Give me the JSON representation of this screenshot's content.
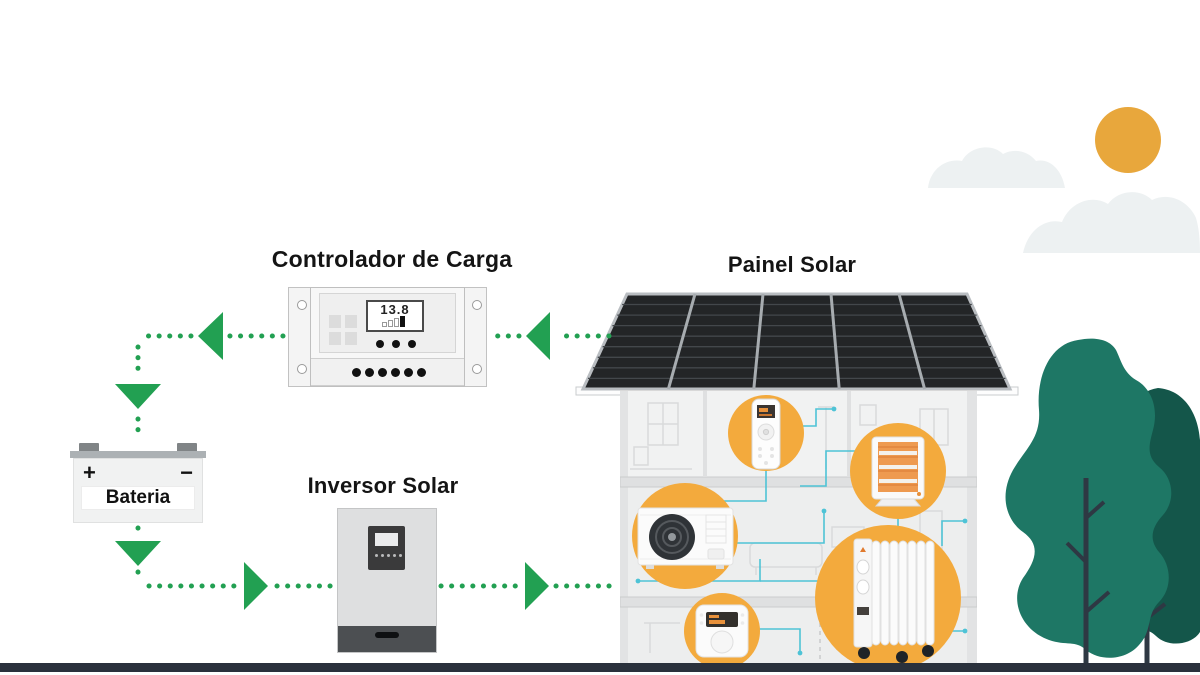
{
  "labels": {
    "controller": "Controlador de Carga",
    "panel": "Painel Solar",
    "inverter": "Inversor Solar"
  },
  "battery": {
    "name": "Bateria",
    "positive": "+",
    "negative": "−"
  },
  "charge_controller": {
    "display_value": "13.8"
  },
  "appliances": [
    "ac-remote-control",
    "halogen-heater",
    "ac-outdoor-unit",
    "thermostat",
    "oil-radiator"
  ],
  "scene_icons": [
    "sun-icon",
    "cloud-icon",
    "solar-roof",
    "tree-icon",
    "ground-line"
  ],
  "colors": {
    "connection_green": "#22A052",
    "sun_orange": "#E8A73C",
    "highlight_circle_orange": "#F3AA3D",
    "heater_glow_orange": "#E8873B",
    "wire_teal": "#4EC3D6",
    "tree_front_green": "#1E7765",
    "tree_back_green": "#14564A",
    "trunk_dark": "#2E3843",
    "ground_dark": "#2A313C",
    "panel_dark": "#232527"
  }
}
